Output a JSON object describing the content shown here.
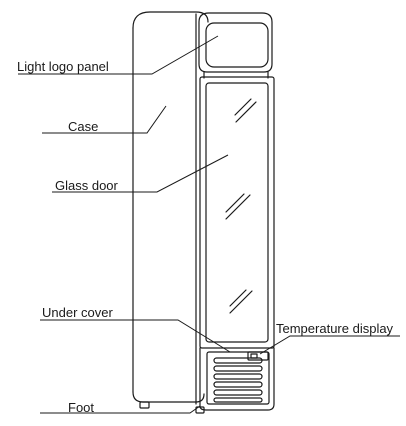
{
  "labels": {
    "light_logo_panel": "Light logo panel",
    "case": "Case",
    "glass_door": "Glass door",
    "under_cover": "Under cover",
    "temperature_display": "Temperature display",
    "foot": "Foot"
  },
  "colors": {
    "line": "#1a1a1a",
    "background": "#ffffff"
  }
}
